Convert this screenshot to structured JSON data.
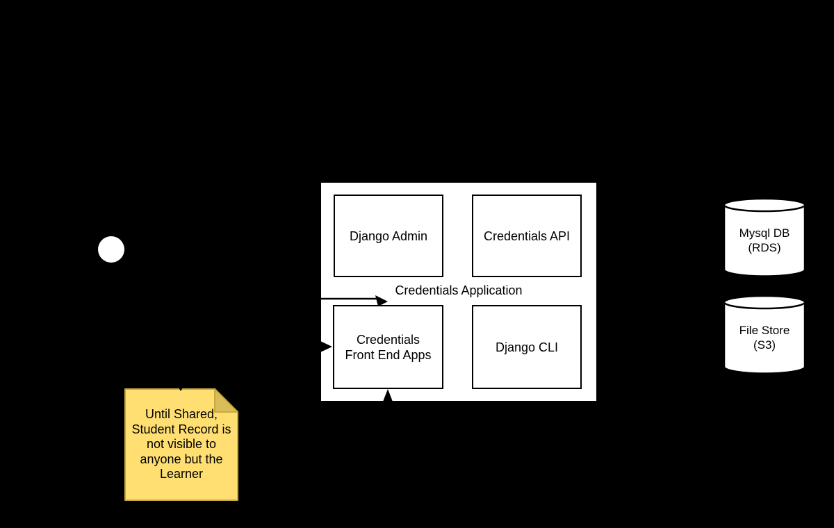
{
  "application": {
    "label": "Credentials Application",
    "boxes": [
      {
        "label": "Django Admin"
      },
      {
        "label": "Credentials API"
      },
      {
        "label": "Credentials Front End Apps"
      },
      {
        "label": "Django CLI"
      }
    ]
  },
  "datastores": [
    {
      "line1": "Mysql DB",
      "line2": "(RDS)"
    },
    {
      "line1": "File Store",
      "line2": "(S3)"
    }
  ],
  "note": {
    "lines": [
      "Until Shared,",
      "Student Record is",
      "not visible to",
      "anyone but the",
      "Learner"
    ],
    "fill": "#FFDF71",
    "flap_fill": "#D9BD58",
    "border": "#C9A940"
  },
  "colors": {
    "background": "#000000",
    "shape_fill": "#FFFFFF",
    "shape_stroke": "#000000"
  }
}
